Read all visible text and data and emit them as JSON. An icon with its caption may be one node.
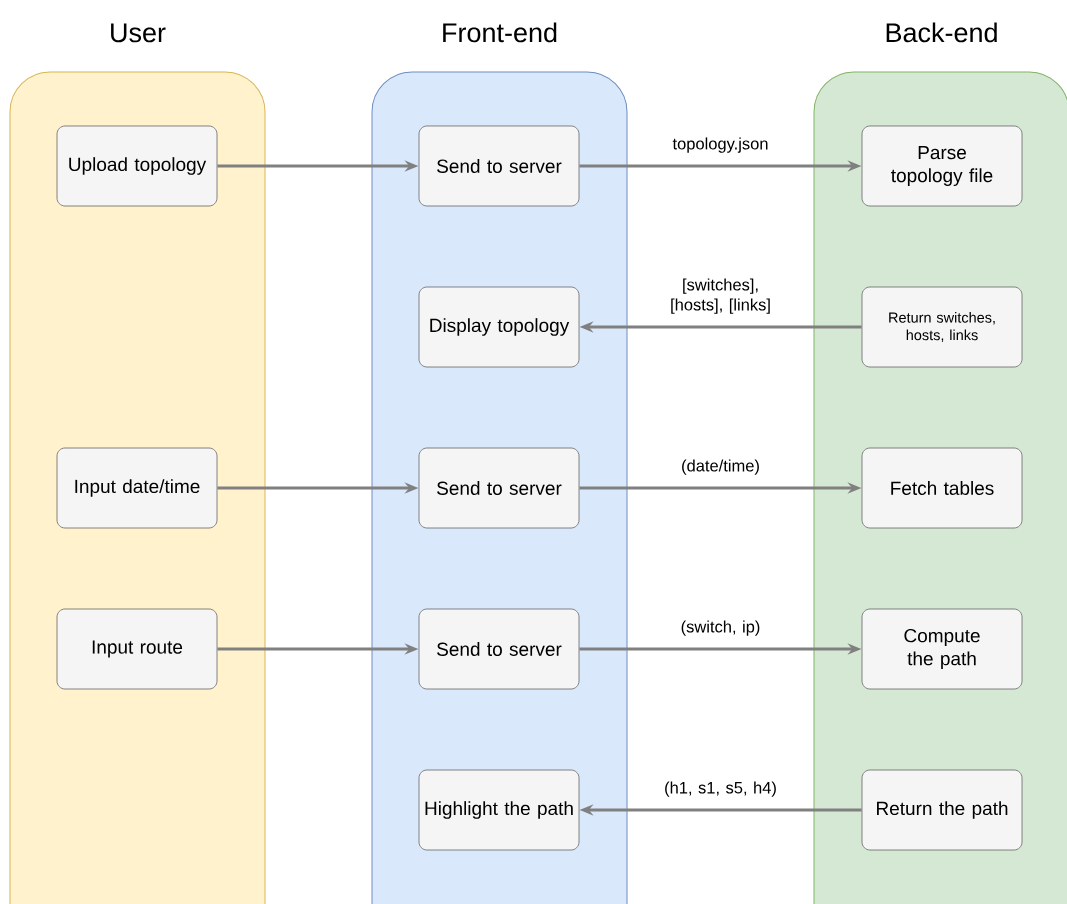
{
  "diagram": {
    "nodes": [
      {
        "text": [
          "User"
        ]
      },
      {
        "text": [
          "Front-end"
        ]
      },
      {
        "text": [
          "Back-end"
        ]
      },
      {
        "text": [
          "Upload topology"
        ],
        "in": 0
      },
      {
        "text": [
          "Send to server"
        ],
        "in": 1
      },
      {
        "text": [
          "Parse topology file"
        ],
        "in": 2
      },
      {
        "text": [
          "Display topology"
        ],
        "in": 1
      },
      {
        "text": [
          "Return switches, hosts, links"
        ],
        "in": 2
      },
      {
        "text": [
          "Input date/time"
        ],
        "in": 0
      },
      {
        "text": [
          "Send to server"
        ],
        "in": 1
      },
      {
        "text": [
          "Fetch tables"
        ],
        "in": 2
      },
      {
        "text": [
          "Input route"
        ],
        "in": 0
      },
      {
        "text": [
          "Send to server"
        ],
        "in": 1
      },
      {
        "text": [
          "Compute the path"
        ],
        "in": 2
      },
      {
        "text": [
          "Highlight the path"
        ],
        "in": 1
      },
      {
        "text": [
          "Return the path"
        ],
        "in": 2
      }
    ],
    "edges": [
      {
        "from": 3,
        "to": 4,
        "arrow": "to"
      },
      {
        "from": 4,
        "to": 5,
        "arrow": "to",
        "label": "topology.json"
      },
      {
        "from": 7,
        "to": 6,
        "arrow": "to",
        "label": "[switches], [hosts], [links]"
      },
      {
        "from": 8,
        "to": 9,
        "arrow": "to"
      },
      {
        "from": 9,
        "to": 10,
        "arrow": "to",
        "label": "(date/time)"
      },
      {
        "from": 11,
        "to": 12,
        "arrow": "to"
      },
      {
        "from": 12,
        "to": 13,
        "arrow": "to",
        "label": "(switch, ip)"
      },
      {
        "from": 15,
        "to": 14,
        "arrow": "to",
        "label": "(h1, s1, s5, h4)"
      }
    ]
  }
}
